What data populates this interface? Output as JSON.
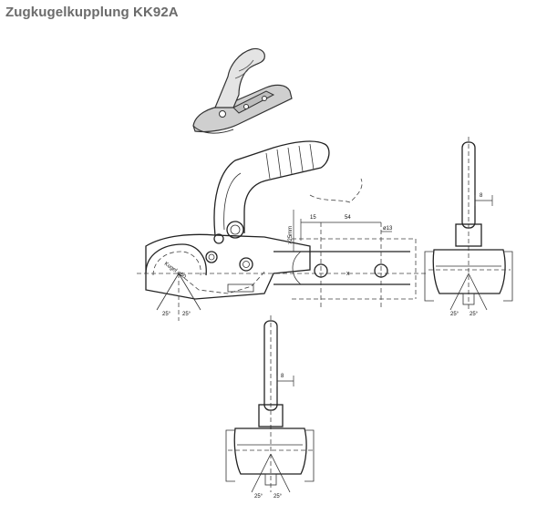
{
  "title": "Zugkugelkupplung KK92A",
  "side_view": {
    "dim_width": "15",
    "dim_spacing": "54",
    "dim_hole": "ø13",
    "dim_offset": ">25mm",
    "ball_label": "Kugel ø50",
    "angle_left": "25°",
    "angle_right": "25°",
    "center_mark": "x"
  },
  "front_view_right": {
    "dim_8": "8",
    "angle_left": "25°",
    "angle_right": "25°"
  },
  "front_view_bottom": {
    "dim_8": "8",
    "angle_left": "25°",
    "angle_right": "25°"
  }
}
